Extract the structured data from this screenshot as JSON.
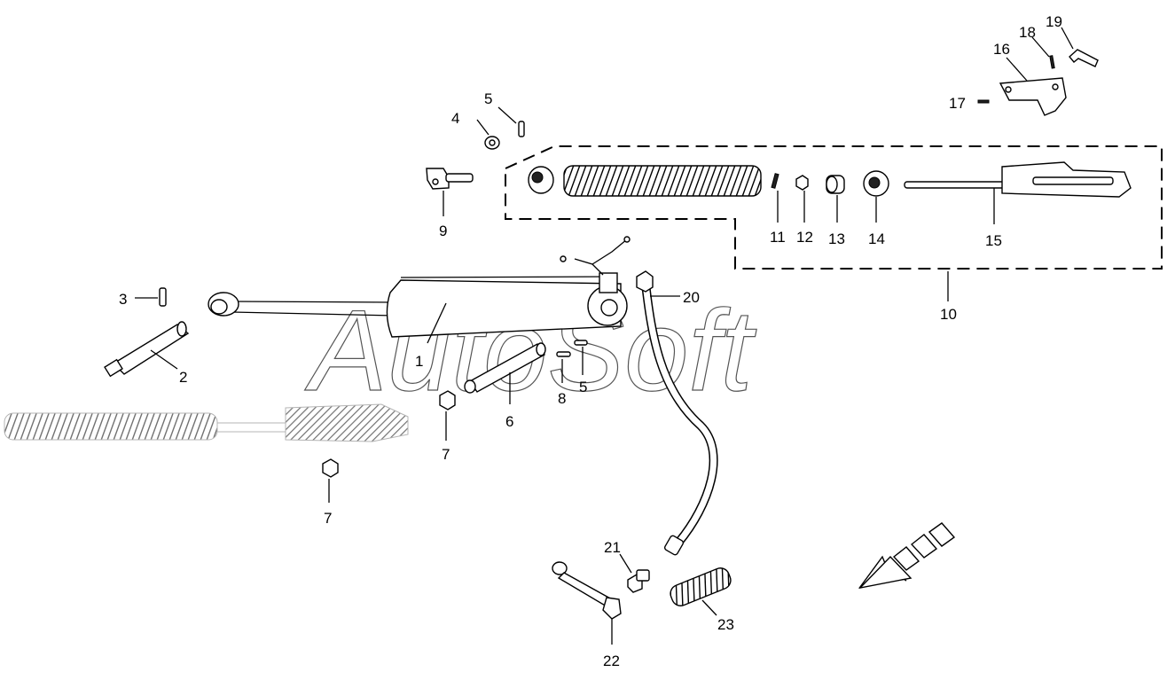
{
  "watermark": "AutoSoft",
  "labels": {
    "l1": "1",
    "l2": "2",
    "l3": "3",
    "l4": "4",
    "l5a": "5",
    "l5b": "5",
    "l6": "6",
    "l7a": "7",
    "l7b": "7",
    "l8": "8",
    "l9": "9",
    "l10": "10",
    "l11": "11",
    "l12": "12",
    "l13": "13",
    "l14": "14",
    "l15": "15",
    "l16": "16",
    "l17": "17",
    "l18": "18",
    "l19": "19",
    "l20": "20",
    "l21": "21",
    "l22": "22",
    "l23": "23"
  }
}
